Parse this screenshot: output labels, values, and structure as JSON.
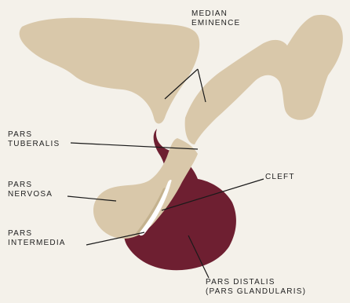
{
  "labels": {
    "median_eminence": [
      "MEDIAN",
      "EMINENCE"
    ],
    "pars_tuberalis": [
      "PARS",
      "TUBERALIS"
    ],
    "pars_nervosa": [
      "PARS",
      "NERVOSA"
    ],
    "pars_intermedia": [
      "PARS",
      "INTERMEDIA"
    ],
    "cleft": "CLEFT",
    "pars_distalis": [
      "PARS DISTALIS",
      "(PARS GLANDULARIS)"
    ]
  },
  "colors": {
    "background": "#f4f1ea",
    "neural_tissue": "#d9c8aa",
    "glandular_tissue": "#6e1f31",
    "cleft": "#ffffff",
    "leader_lines": "#1a1a1a"
  }
}
